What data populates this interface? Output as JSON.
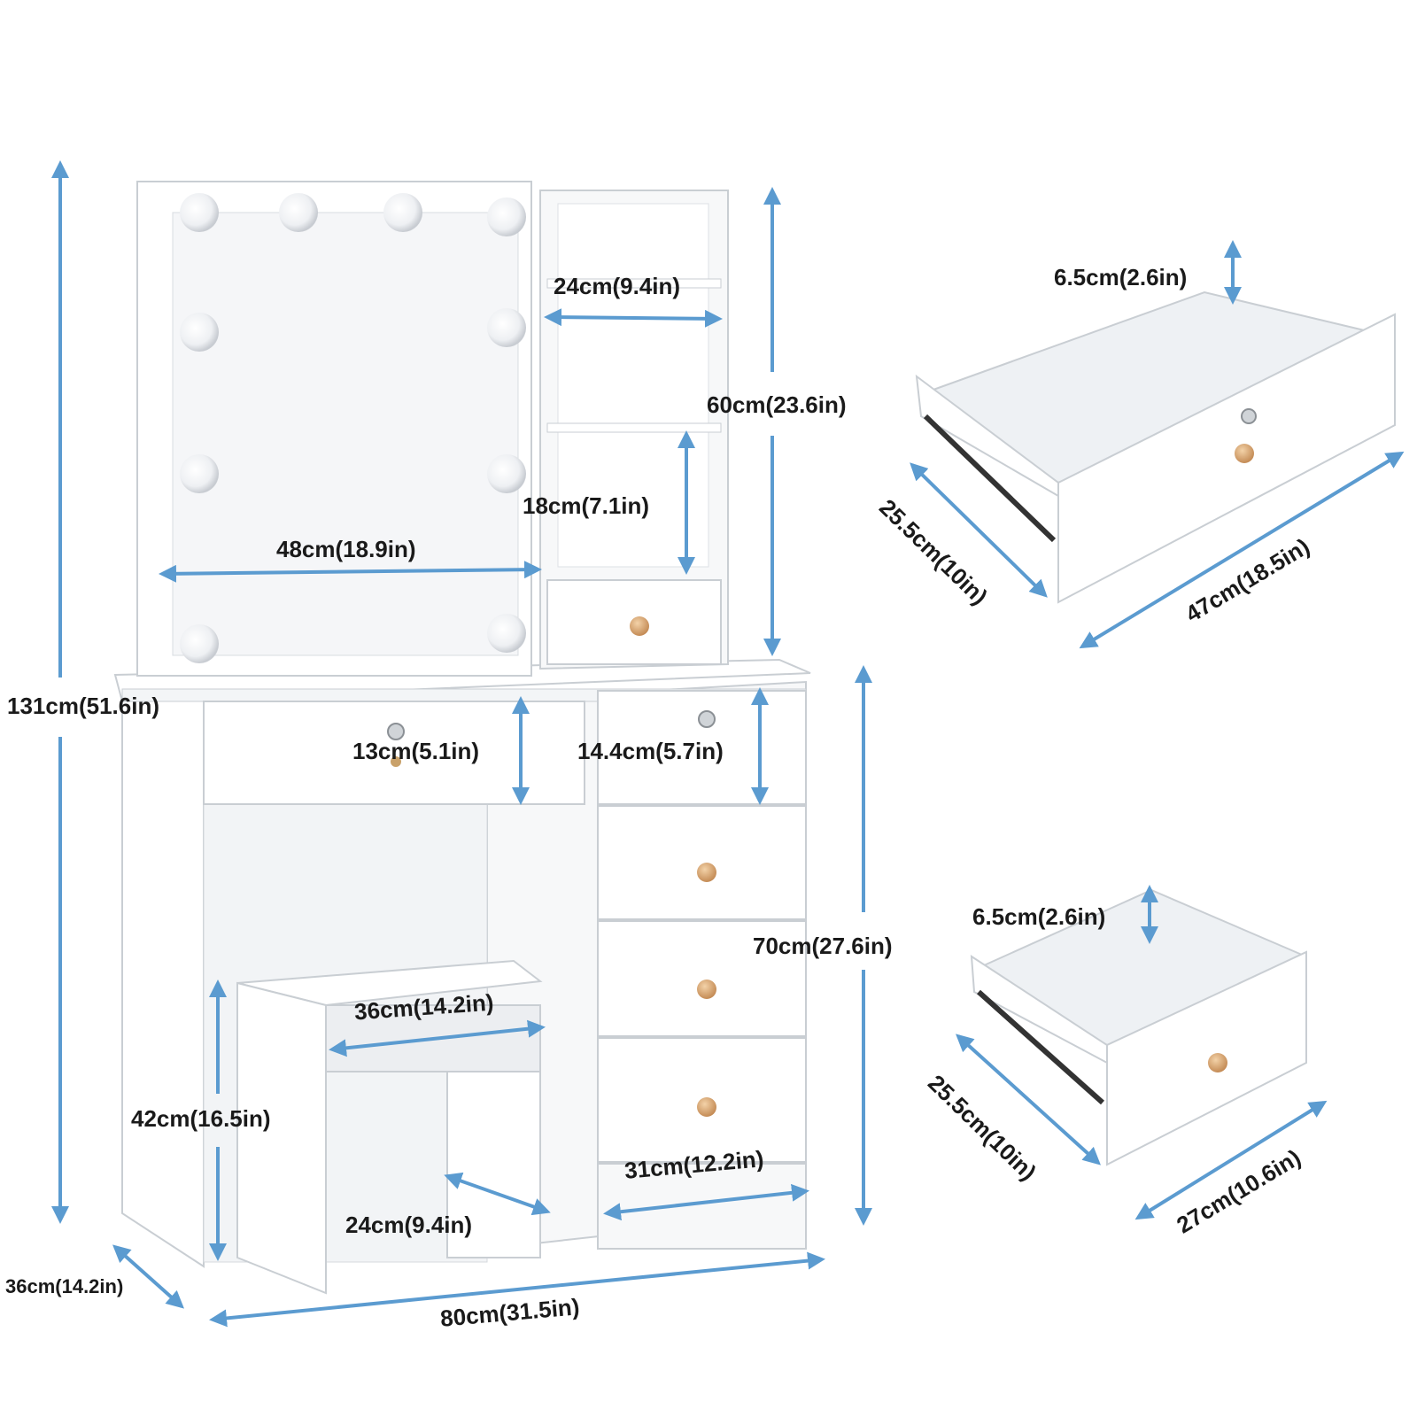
{
  "colors": {
    "dimension_line": "#5b9bd0",
    "furniture": "#ffffff",
    "furniture_edge": "#c9ced3",
    "shadow": "#e7eaee",
    "knob": "#d9a877",
    "mirror": "#f5f6f8"
  },
  "dimensions": {
    "total_height": "131cm(51.6in)",
    "mirror_width": "48cm(18.9in)",
    "shelf_width": "24cm(9.4in)",
    "cabinet_height": "60cm(23.6in)",
    "shelf_gap": "18cm(7.1in)",
    "drawer_left_height": "13cm(5.1in)",
    "drawer_right_height": "14.4cm(5.7in)",
    "desk_height": "70cm(27.6in)",
    "stool_width": "36cm(14.2in)",
    "stool_height": "42cm(16.5in)",
    "stool_depth": "24cm(9.4in)",
    "bottom_shelf_width": "31cm(12.2in)",
    "desk_depth": "36cm(14.2in)",
    "desk_width": "80cm(31.5in)"
  },
  "drawer_large": {
    "height": "6.5cm(2.6in)",
    "depth": "25.5cm(10in)",
    "width": "47cm(18.5in)"
  },
  "drawer_small": {
    "height": "6.5cm(2.6in)",
    "depth": "25.5cm(10in)",
    "width": "27cm(10.6in)"
  }
}
